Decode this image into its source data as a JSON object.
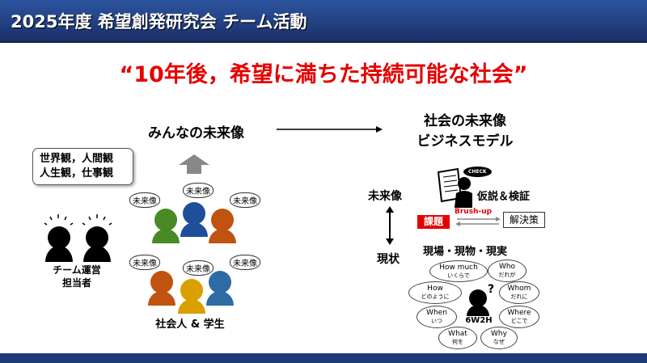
{
  "header": {
    "title": "2025年度 希望創発研究会 チーム活動"
  },
  "main": {
    "vision": "“10年後，希望に満ちた持続可能な社会”",
    "everyone_future": "みんなの未来像",
    "society_future": "社会の未来像",
    "business_model": "ビジネスモデル",
    "worldview_line1": "世界観，人間観",
    "worldview_line2": "人生観，仕事観",
    "thought_label": "未来像",
    "team_line1": "チーム運営",
    "team_line2": "担当者",
    "members": "社会人 & 学生",
    "future": "未来像",
    "present": "現状",
    "check": "CHECK",
    "hypothesis": "仮説＆検証",
    "issue": "課題",
    "brushup": "Brush-up",
    "solution": "解決策",
    "genba": "現場・現物・現実",
    "center": "6W2H",
    "questions": [
      {
        "en": "How much",
        "ja": "いくらで"
      },
      {
        "en": "Who",
        "ja": "だれが"
      },
      {
        "en": "How",
        "ja": "どのように"
      },
      {
        "en": "Whom",
        "ja": "だれに"
      },
      {
        "en": "When",
        "ja": "いつ"
      },
      {
        "en": "Where",
        "ja": "どこで"
      },
      {
        "en": "What",
        "ja": "何を"
      },
      {
        "en": "Why",
        "ja": "なぜ"
      }
    ]
  },
  "colors": {
    "accent_red": "#e60000",
    "navy": "#1f3a78",
    "green": "#4a8a24",
    "blue": "#1f4e9a",
    "orange": "#c0530f",
    "yellow": "#d9a000",
    "steel": "#2e6aa3"
  }
}
